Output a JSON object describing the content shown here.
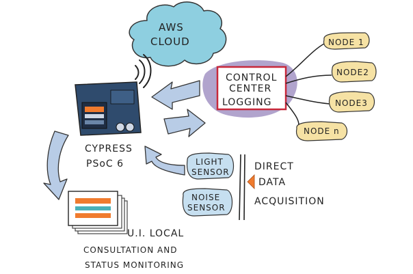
{
  "cloud": {
    "line1": "AWS",
    "line2": "CLOUD"
  },
  "control_center": {
    "line1": "CONTROL",
    "line2": "CENTER",
    "logging": "LOGGING"
  },
  "nodes": [
    {
      "label": "NODE 1"
    },
    {
      "label": "NODE2"
    },
    {
      "label": "NODE3"
    },
    {
      "label": "NODE n"
    }
  ],
  "device": {
    "line1": "CYPRESS",
    "line2": "PSoC 6"
  },
  "sensors": {
    "light": {
      "line1": "LIGHT",
      "line2": "SENSOR"
    },
    "noise": {
      "line1": "NOISE",
      "line2": "SENSOR"
    }
  },
  "direct_acquisition": {
    "line1": "DIRECT",
    "line2": "DATA",
    "line3": "ACQUISITION"
  },
  "ui_local": {
    "line1": "U.I. LOCAL",
    "line2": "CONSULTATION AND",
    "line3": "STATUS MONITORING"
  },
  "colors": {
    "cloud_fill": "#8ecfe0",
    "control_center_border": "#c8283a",
    "control_center_blob": "#a89ac8",
    "node_fill": "#f6e2a4",
    "sensor_fill": "#c6dff0",
    "arrow_fill": "#b8cce6",
    "device_fill": "#2f4b6d",
    "ui_orange": "#f07b2e",
    "ui_teal": "#4ab0b8",
    "acquisition_marker": "#f07b2e"
  }
}
